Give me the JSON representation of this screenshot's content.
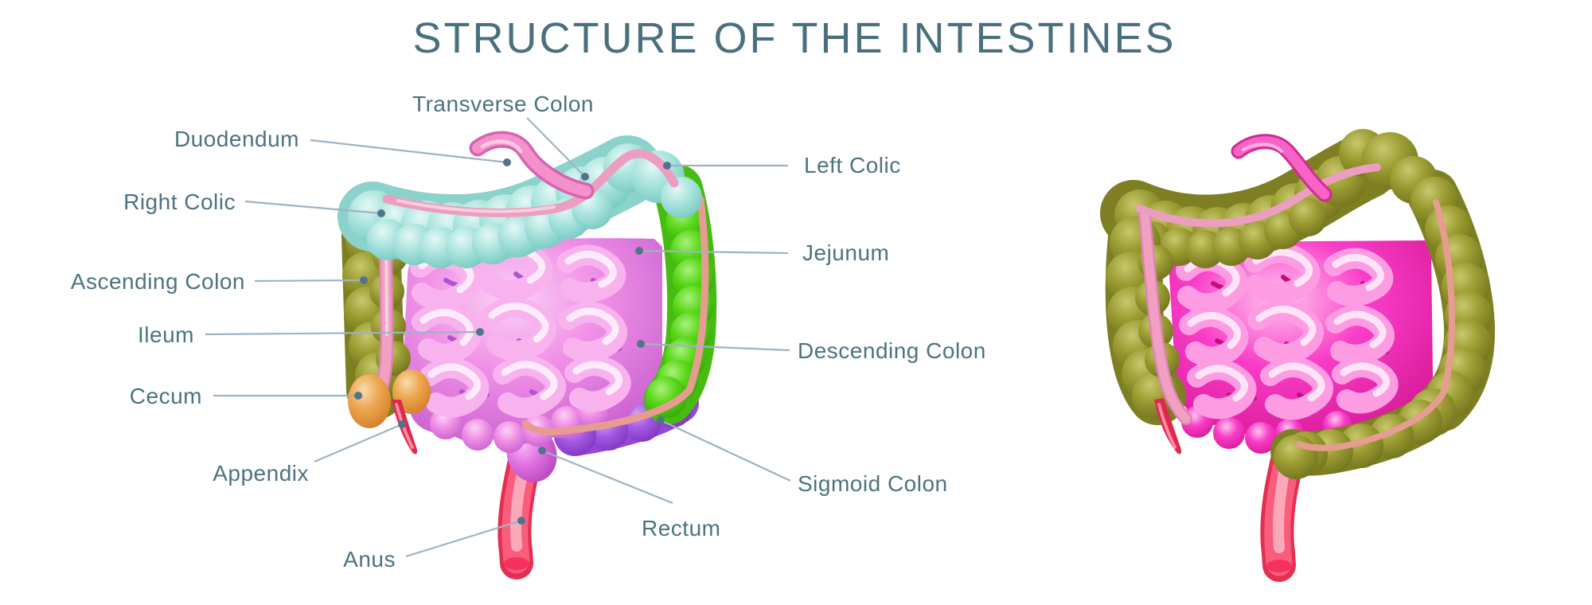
{
  "title": "STRUCTURE OF THE INTESTINES",
  "labels": [
    {
      "id": "transverse-colon",
      "text": "Transverse Colon"
    },
    {
      "id": "duodendum",
      "text": "Duodendum"
    },
    {
      "id": "right-colic",
      "text": "Right Colic"
    },
    {
      "id": "ascending-colon",
      "text": "Ascending Colon"
    },
    {
      "id": "ileum",
      "text": "Ileum"
    },
    {
      "id": "cecum",
      "text": "Cecum"
    },
    {
      "id": "appendix",
      "text": "Appendix"
    },
    {
      "id": "anus",
      "text": "Anus"
    },
    {
      "id": "left-colic",
      "text": "Left Colic"
    },
    {
      "id": "jejunum",
      "text": "Jejunum"
    },
    {
      "id": "descending-colon",
      "text": "Descending Colon"
    },
    {
      "id": "sigmoid-colon",
      "text": "Sigmoid Colon"
    },
    {
      "id": "rectum",
      "text": "Rectum"
    }
  ],
  "palette": {
    "title_text": "#4A707E",
    "label_text": "#4C737F",
    "connector": "#9FB3C2",
    "connector_dot": "#52748A",
    "transverse_teal": "#A9E2DC",
    "colon_olive": "#9B9C32",
    "descending_green": "#55D415",
    "cecum_orange": "#EDA64F",
    "sigmoid_purple": "#A65AE4",
    "rectum_pink": "#E273E4",
    "anus_red": "#FA5D7C",
    "small_intestine_left": "#F090E6",
    "small_intestine_right": "#F93CC8",
    "duodenum_pink": "#F490CC",
    "ribbon_pink": "#EB9EC0",
    "ileum_stripe": "#F2A0C2",
    "ribbon_salmon": "#E79C92",
    "background": "#FFFFFF"
  }
}
